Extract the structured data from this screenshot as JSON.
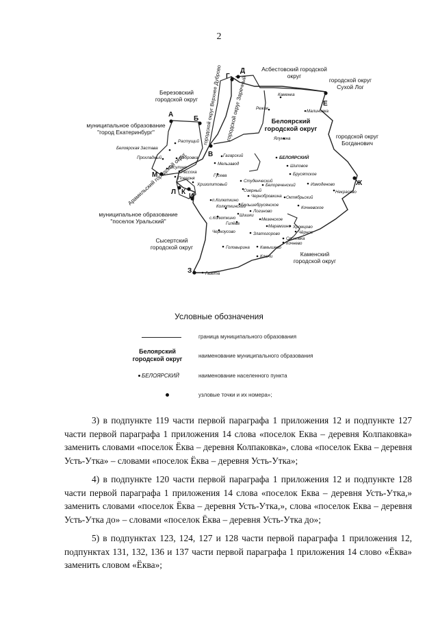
{
  "page_number": "2",
  "map": {
    "node_points": [
      "А",
      "Б",
      "В",
      "Г",
      "Д",
      "Е",
      "Ж",
      "З",
      "И",
      "К",
      "Л",
      "М"
    ],
    "regions": {
      "asbest": "Асбестовский городской округ",
      "sukhoi_log": "городской округ Сухой Лог",
      "berezovsky": "Березовский городской округ",
      "ekaterinburg": "муниципальное образование \"город Екатеринбург\"",
      "beloyarsky": "Белоярский городской округ",
      "bogdanovich": "городской округ Богданович",
      "aramil": "Арамильский городской округ",
      "uralsky": "муниципальное образование \"поселок Уральский\"",
      "sysert": "Сысертский городской округ",
      "kamensky": "Каменский городской округ",
      "verkhnee_dubrovo": "городской округ Верхнее Дуброво",
      "zarechny": "городской округ Заречный"
    },
    "settlements": [
      "Каменка",
      "Малиновка",
      "Режик",
      "Ялунина",
      "Растущий",
      "Белоярская Застава",
      "Бобровка",
      "Прохладный",
      "Косулино",
      "Рассоха",
      "Поварня",
      "Гагарский",
      "Мельзавод",
      "Гусева",
      "Хризолитовый",
      "БЕЛОЯРСКИЙ",
      "Шиповое",
      "Брусятское",
      "Измоденово",
      "Студенческий",
      "Белореченский",
      "Озерный",
      "Чернобровкина",
      "Октябрьский",
      "Некрасово",
      "Кочневское",
      "п.Колюткино",
      "Большебрусянское",
      "Колюткинский",
      "Логиново",
      "Шишки",
      "с.Колюткино",
      "Мезенское",
      "Марамзино",
      "Гилёва",
      "Черноусово",
      "Златогорово",
      "Хромцово",
      "Чёрное",
      "Сосновка",
      "Кочнево",
      "Головырина",
      "Камышево",
      "Ключи",
      "Газета"
    ]
  },
  "legend": {
    "title": "Условные обозначения",
    "boundary_desc": "граница муниципального образования",
    "name_sample_line1": "Белоярский",
    "name_sample_line2": "городской округ",
    "name_desc": "наименование муниципального образования",
    "settlement_sample": "БЕЛОЯРСКИЙ",
    "settlement_desc": "наименование населенного пункта",
    "node_desc": "узловые точки и их номера»;"
  },
  "paragraphs": [
    "3) в подпункте 119 части первой параграфа 1 приложения 12 и подпункте 127 части первой параграфа 1 приложения 14 слова «поселок Еква – деревня Колпаковка» заменить словами «поселок Ёква – деревня Колпаковка», слова «поселок Еква – деревня Усть-Утка» – словами «поселок Ёква – деревня Усть-Утка»;",
    "4) в подпункте 120 части первой параграфа 1 приложения 12 и подпункте 128 части первой параграфа 1 приложения 14 слова «поселок Еква – деревня Усть-Утка,» заменить словами «поселок Ёква – деревня Усть-Утка,», слова «поселок Еква – деревня Усть-Утка до» – словами «поселок Ёква – деревня Усть-Утка до»;",
    "5) в подпунктах 123, 124, 127 и 128 части первой параграфа 1 приложения 12, подпунктах 131, 132, 136 и 137 части первой параграфа 1 приложения 14 слово «Ёква» заменить словом «Ёква»;"
  ]
}
